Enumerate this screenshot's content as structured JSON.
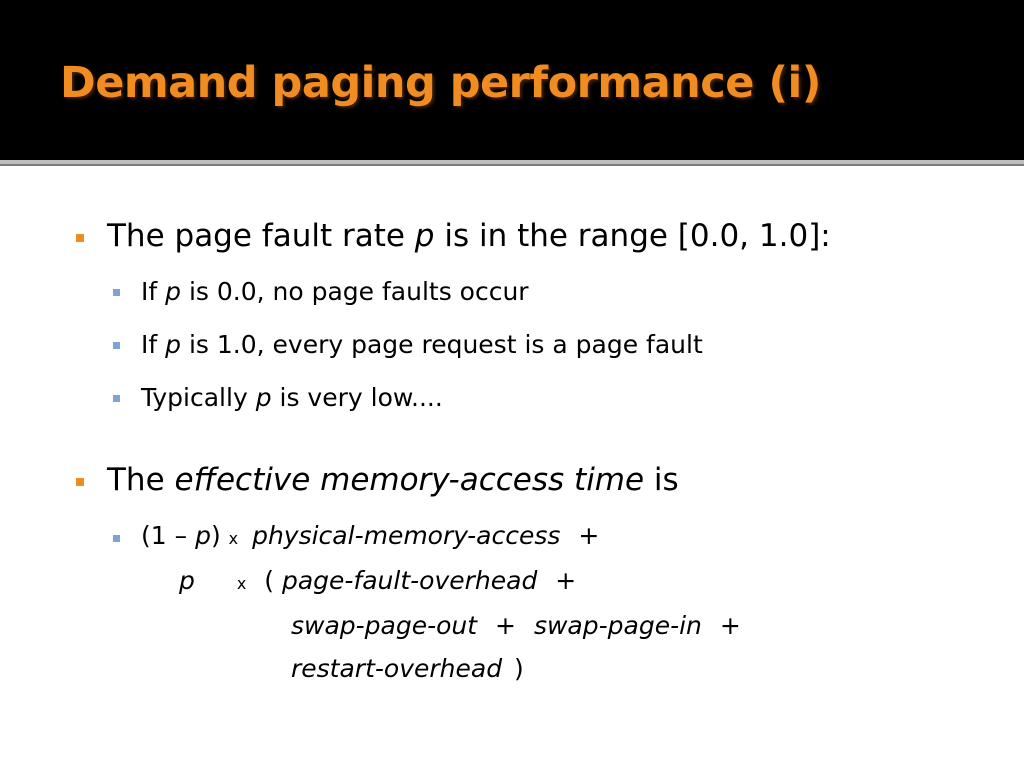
{
  "slide": {
    "title": "Demand paging performance (i)",
    "bullets": [
      {
        "pre": "The page fault rate ",
        "var": "p",
        "post": " is in the range [0.0, 1.0]:",
        "sub": [
          {
            "pre": "If ",
            "var": "p",
            "post": " is 0.0, no page faults occur"
          },
          {
            "pre": "If ",
            "var": "p",
            "post": " is 1.0, every page request is a page fault"
          },
          {
            "pre": "Typically ",
            "var": "p",
            "post": " is very low...."
          }
        ]
      },
      {
        "pre": "The ",
        "em": "effective memory-access time",
        "post": " is",
        "formula": {
          "line1_open": "(1 – ",
          "line1_var": "p",
          "line1_close": ")",
          "times": "x",
          "line1_term": "physical-memory-access",
          "plus": "+",
          "line2_var": "p",
          "line2_open": "(",
          "line2_term": "page-fault-overhead",
          "line3_term_a": "swap-page-out",
          "line3_term_b": "swap-page-in",
          "line4_term": "restart-overhead",
          "line4_close": ")"
        }
      }
    ]
  },
  "colors": {
    "title": "#f08c21",
    "title_background": "#000000",
    "bullet_level1": "#f08c21",
    "bullet_level2": "#7fa3d6"
  }
}
